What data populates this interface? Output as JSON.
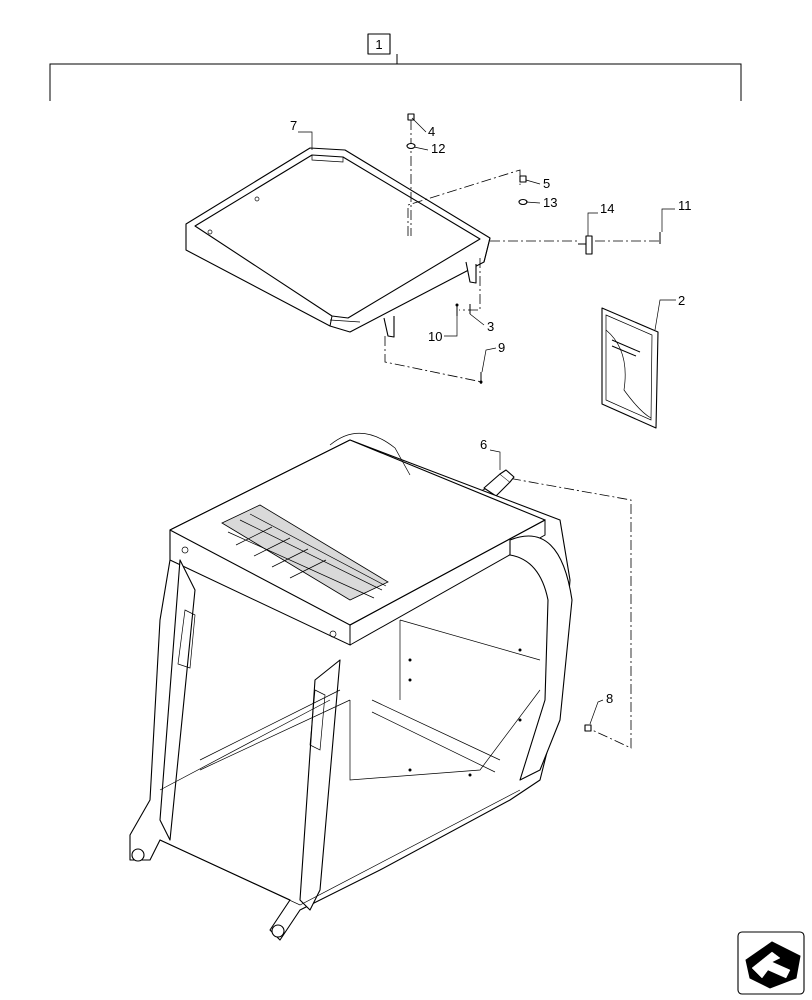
{
  "assembly": {
    "item_number": "1"
  },
  "callouts": [
    {
      "id": "c2",
      "label": "2"
    },
    {
      "id": "c3",
      "label": "3"
    },
    {
      "id": "c4",
      "label": "4"
    },
    {
      "id": "c5",
      "label": "5"
    },
    {
      "id": "c6",
      "label": "6"
    },
    {
      "id": "c7",
      "label": "7"
    },
    {
      "id": "c8",
      "label": "8"
    },
    {
      "id": "c9",
      "label": "9"
    },
    {
      "id": "c10",
      "label": "10"
    },
    {
      "id": "c11",
      "label": "11"
    },
    {
      "id": "c12",
      "label": "12"
    },
    {
      "id": "c13",
      "label": "13"
    },
    {
      "id": "c14",
      "label": "14"
    }
  ],
  "icons": {
    "nav": "arrow-navigation-icon"
  }
}
